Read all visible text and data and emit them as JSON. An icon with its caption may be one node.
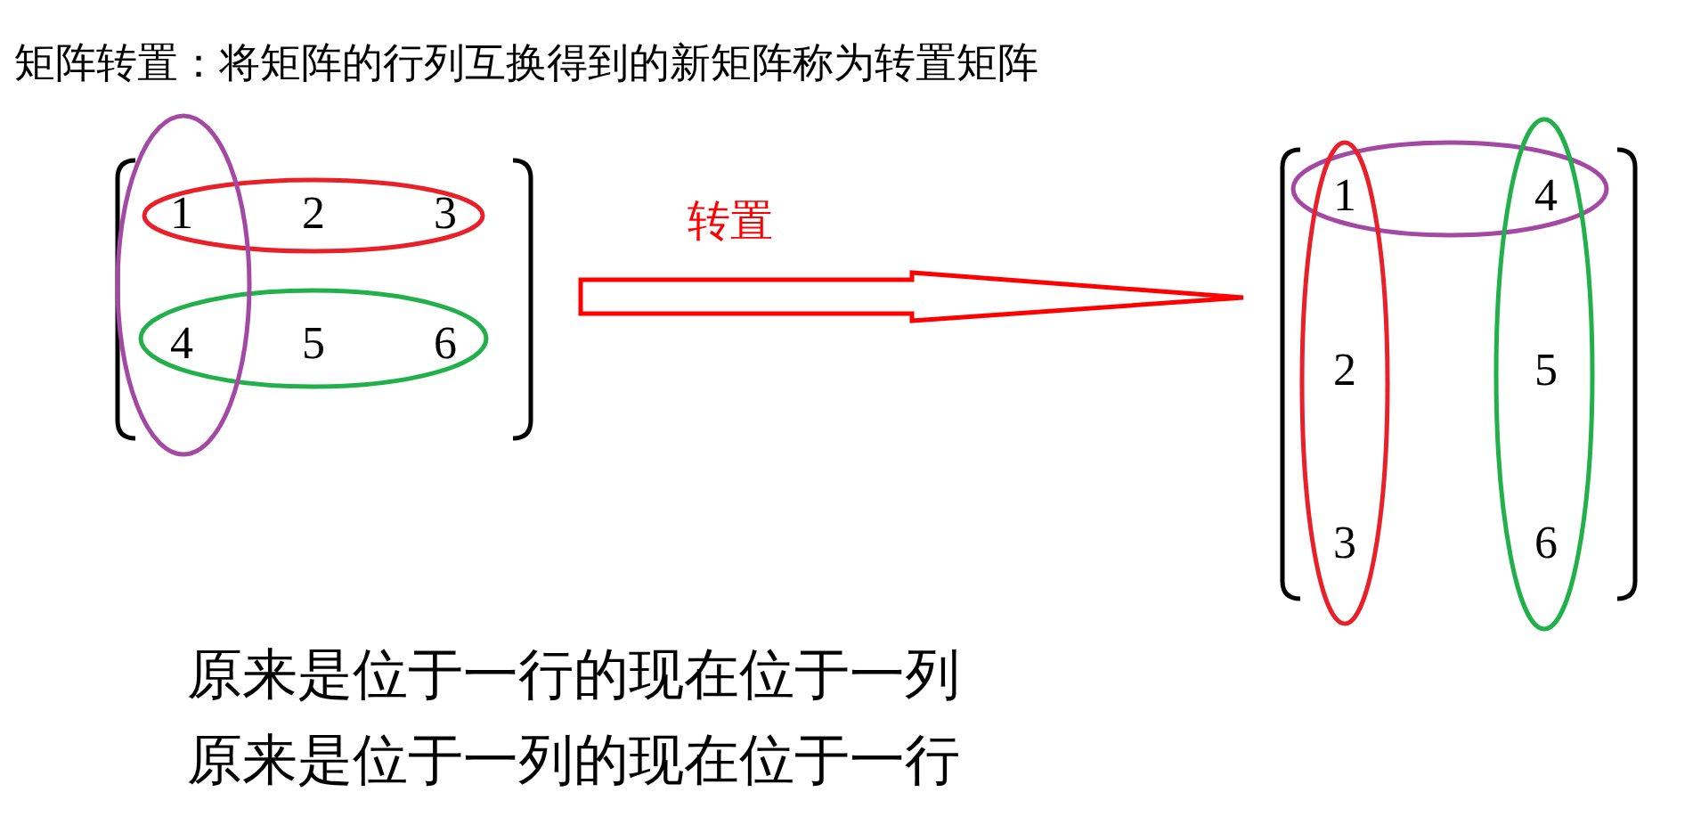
{
  "diagram": {
    "title": "矩阵转置：将矩阵的行列互换得到的新矩阵称为转置矩阵",
    "nodes": [
      {
        "text": [
          "1",
          "2",
          "3",
          "4",
          "5",
          "6"
        ]
      },
      {
        "text": [
          "1",
          "4",
          "2",
          "5",
          "3",
          "6"
        ]
      }
    ],
    "edges": [
      {
        "from": 0,
        "to": 1,
        "arrow": "to",
        "label": "转置",
        "color": "#ff0000"
      }
    ],
    "labels": [
      "原来是位于一行的现在位于一列",
      "原来是位于一列的现在位于一行"
    ]
  }
}
